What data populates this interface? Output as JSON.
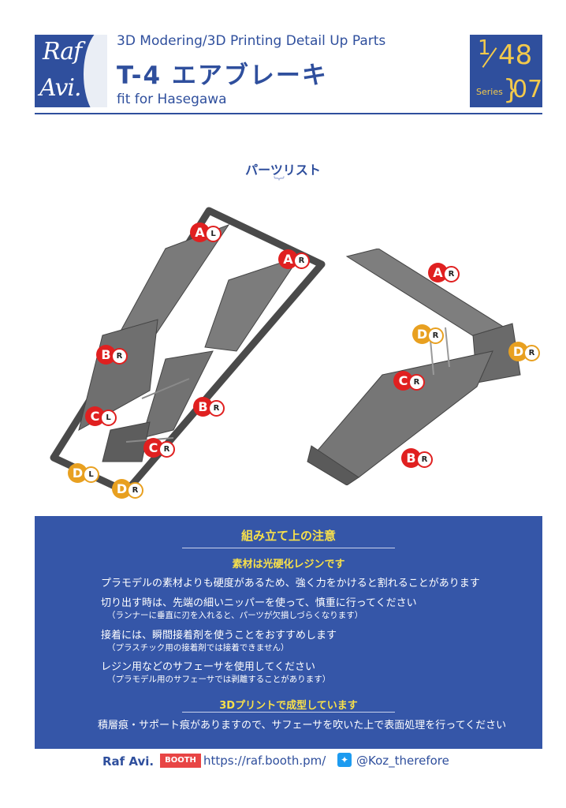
{
  "header": {
    "logo_line1": "Raf",
    "logo_line2": "Avi.",
    "subtitle": "3D Modering/3D Printing Detail Up Parts",
    "title": "T-4 エアブレーキ",
    "fit": "fit for Hasegawa",
    "scale_num": "1",
    "scale_den": "48",
    "series_label": "Series",
    "series_brace": "}",
    "series_num": "07"
  },
  "parts_list": {
    "title": "パーツリスト",
    "left_tags": [
      {
        "letter": "A",
        "side": "L",
        "color": "red"
      },
      {
        "letter": "A",
        "side": "R",
        "color": "red"
      },
      {
        "letter": "B",
        "side": "R",
        "color": "red"
      },
      {
        "letter": "B",
        "side": "R",
        "color": "red"
      },
      {
        "letter": "C",
        "side": "L",
        "color": "red"
      },
      {
        "letter": "C",
        "side": "R",
        "color": "red"
      },
      {
        "letter": "D",
        "side": "L",
        "color": "orange"
      },
      {
        "letter": "D",
        "side": "R",
        "color": "orange"
      }
    ],
    "right_tags": [
      {
        "letter": "A",
        "side": "R",
        "color": "red"
      },
      {
        "letter": "D",
        "side": "R",
        "color": "orange"
      },
      {
        "letter": "D",
        "side": "R",
        "color": "orange"
      },
      {
        "letter": "C",
        "side": "R",
        "color": "red"
      },
      {
        "letter": "B",
        "side": "R",
        "color": "red"
      }
    ]
  },
  "notes": {
    "title": "組み立て上の注意",
    "section1": "素材は光硬化レジンです",
    "line1": "プラモデルの素材よりも硬度があるため、強く力をかけると割れることがあります",
    "line2": "切り出す時は、先端の細いニッパーを使って、慎重に行ってください",
    "line2_note": "（ランナーに垂直に刃を入れると、パーツが欠損しづらくなります）",
    "line3": "接着には、瞬間接着剤を使うことをおすすめします",
    "line3_note": "（プラスチック用の接着剤では接着できません）",
    "line4": "レジン用などのサフェーサを使用してください",
    "line4_note": "（プラモデル用のサフェーサでは剥離することがあります）",
    "section2": "3Dプリントで成型しています",
    "line5": "積層痕・サポート痕がありますので、サフェーサを吹いた上で表面処理を行ってください"
  },
  "footer": {
    "brand": "Raf Avi.",
    "booth": "BOOTH",
    "url": "https://raf.booth.pm/",
    "handle": "@Koz_therefore"
  },
  "colors": {
    "brand_blue": "#2f4f9d",
    "panel_blue": "#3556a8",
    "accent_yellow": "#f8e04a",
    "tag_red": "#e02020",
    "tag_orange": "#e8a020"
  }
}
